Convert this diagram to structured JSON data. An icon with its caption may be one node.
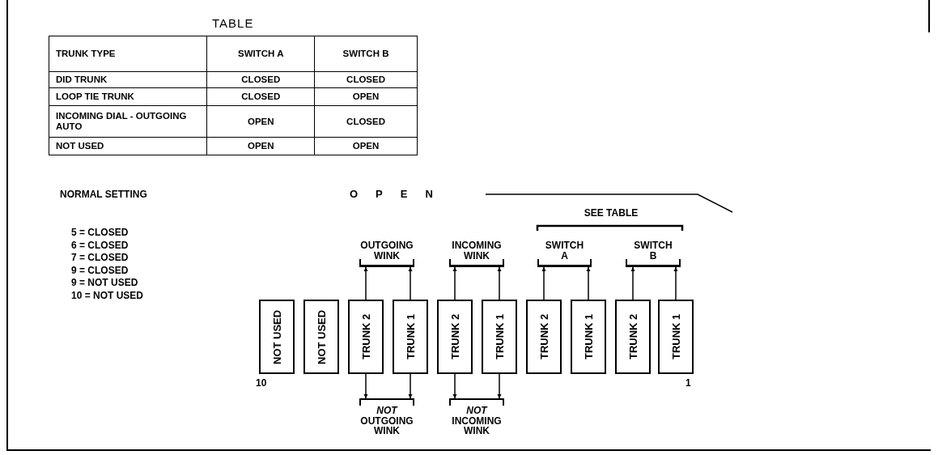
{
  "diagram": {
    "nodes": [
      {
        "text": [
          "OUTGOING WINK"
        ]
      },
      {
        "text": [
          "INCOMING WINK"
        ]
      },
      {
        "text": [
          "SWITCH A"
        ]
      },
      {
        "text": [
          "SWITCH B"
        ]
      },
      {
        "text": [
          "NOT USED"
        ]
      },
      {
        "text": [
          "NOT USED"
        ]
      },
      {
        "text": [
          "TRUNK 2"
        ]
      },
      {
        "text": [
          "TRUNK 1"
        ]
      },
      {
        "text": [
          "TRUNK 2"
        ]
      },
      {
        "text": [
          "TRUNK 1"
        ]
      },
      {
        "text": [
          "TRUNK 2"
        ]
      },
      {
        "text": [
          "TRUNK 1"
        ]
      },
      {
        "text": [
          "TRUNK 2"
        ]
      },
      {
        "text": [
          "TRUNK 1"
        ]
      },
      {
        "text": [
          "*NOT* OUTGOING WINK"
        ]
      },
      {
        "text": [
          "*NOT* INCOMING WINK"
        ]
      }
    ],
    "edges": [
      {
        "from": 6,
        "to": 0,
        "arrow": "to"
      },
      {
        "from": 7,
        "to": 0,
        "arrow": "to"
      },
      {
        "from": 8,
        "to": 1,
        "arrow": "to"
      },
      {
        "from": 9,
        "to": 1,
        "arrow": "to"
      },
      {
        "from": 10,
        "to": 2,
        "arrow": "to"
      },
      {
        "from": 11,
        "to": 2,
        "arrow": "to"
      },
      {
        "from": 12,
        "to": 3,
        "arrow": "to"
      },
      {
        "from": 13,
        "to": 3,
        "arrow": "to"
      },
      {
        "from": 6,
        "to": 14,
        "arrow": "to"
      },
      {
        "from": 7,
        "to": 14,
        "arrow": "to"
      },
      {
        "from": 8,
        "to": 15,
        "arrow": "to"
      },
      {
        "from": 9,
        "to": 15,
        "arrow": "to"
      }
    ],
    "labels": [
      "TABLE",
      "TRUNK TYPE",
      "SWITCH A",
      "SWITCH B",
      "DID TRUNK",
      "CLOSED",
      "CLOSED",
      "LOOP TIE TRUNK",
      "CLOSED",
      "OPEN",
      "INCOMING DIAL - OUTGOING AUTO",
      "OPEN",
      "CLOSED",
      "NOT USED",
      "OPEN",
      "OPEN",
      "NORMAL SETTING",
      "OPEN",
      "5 = CLOSED",
      "6 = CLOSED",
      "7 = CLOSED",
      "9 = CLOSED",
      "9 = NOT USED",
      "10 = NOT USED",
      "SEE TABLE",
      "10",
      "1"
    ]
  }
}
